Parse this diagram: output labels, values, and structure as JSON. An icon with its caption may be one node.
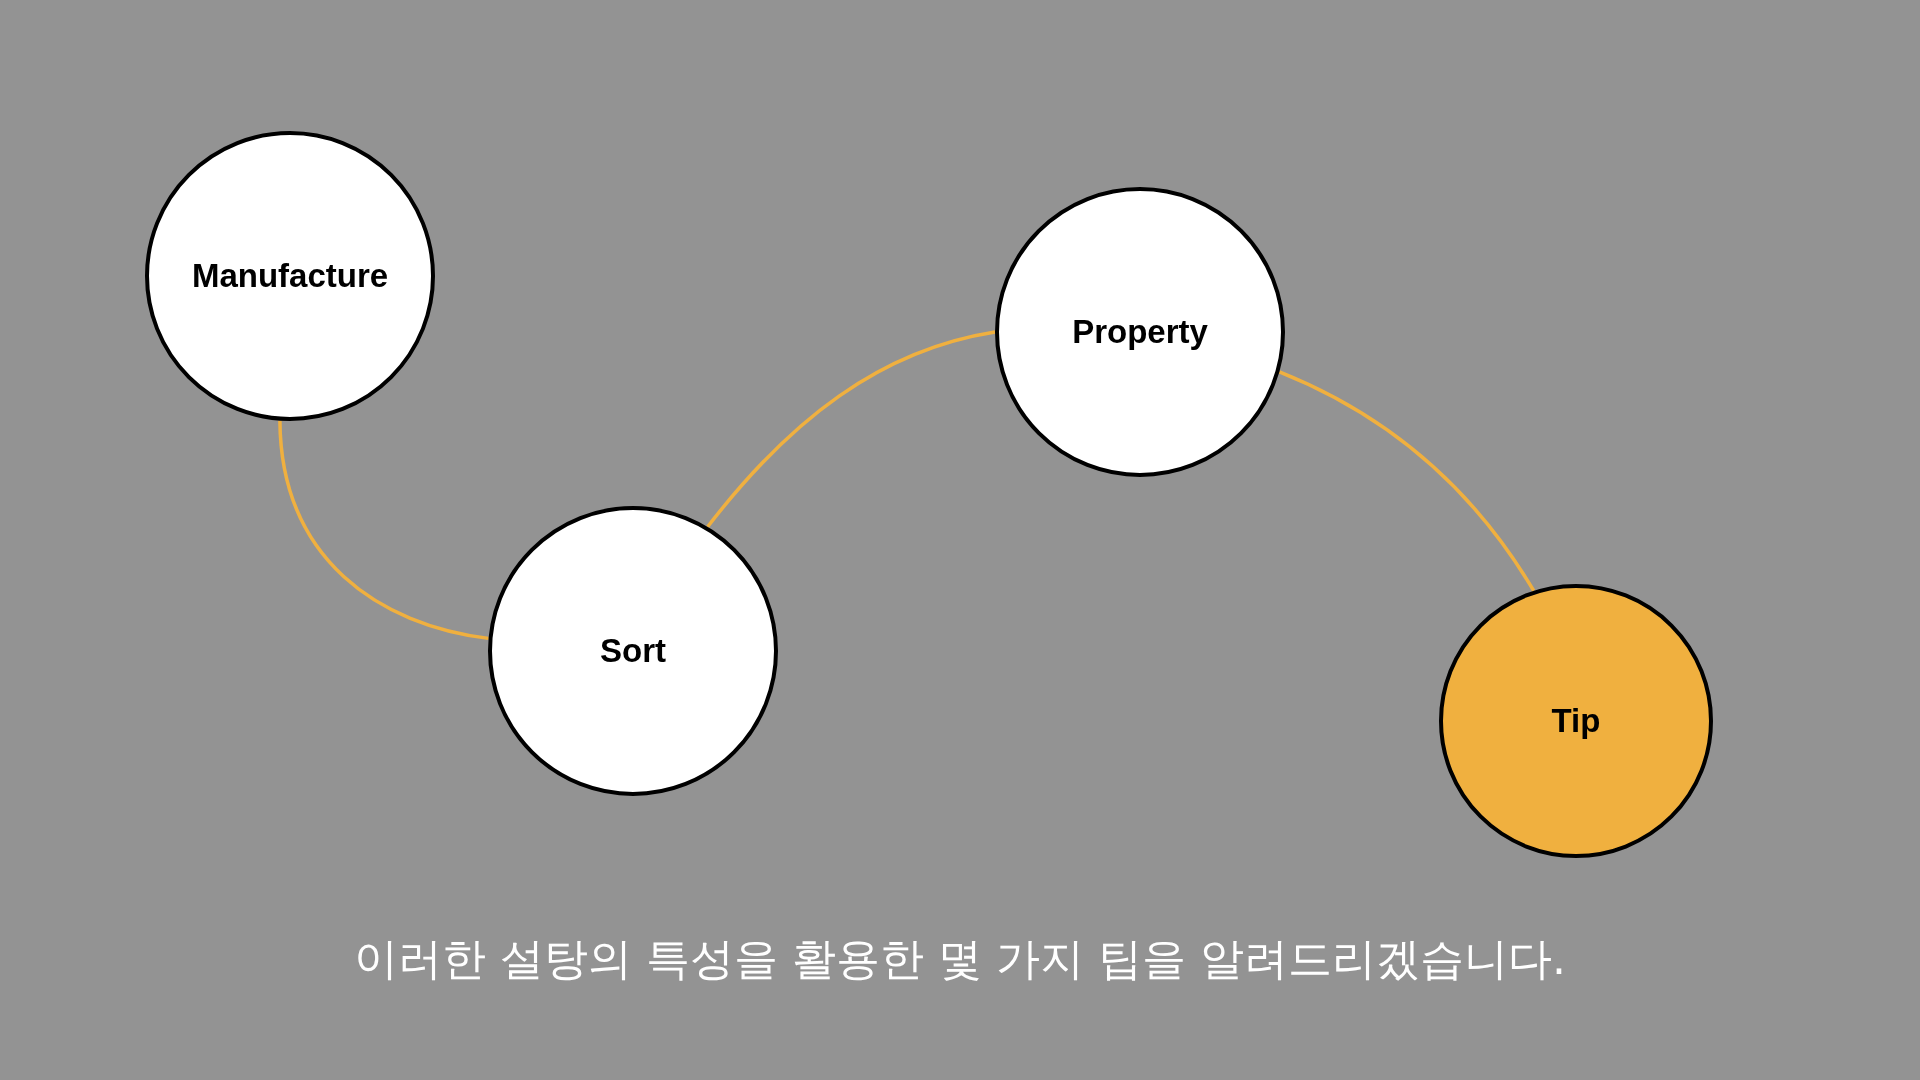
{
  "diagram": {
    "nodes": [
      {
        "text": [
          "Manufacture"
        ]
      },
      {
        "text": [
          "Sort"
        ]
      },
      {
        "text": [
          "Property"
        ]
      },
      {
        "text": [
          "Tip"
        ]
      }
    ],
    "edges": [
      {
        "from": 0,
        "to": 1,
        "arrow": "none"
      },
      {
        "from": 1,
        "to": 2,
        "arrow": "none"
      },
      {
        "from": 2,
        "to": 3,
        "arrow": "none"
      }
    ],
    "caption": "이러한 설탕의 특성을 활용한 몇 가지 팁을 알려드리겠습니다."
  }
}
